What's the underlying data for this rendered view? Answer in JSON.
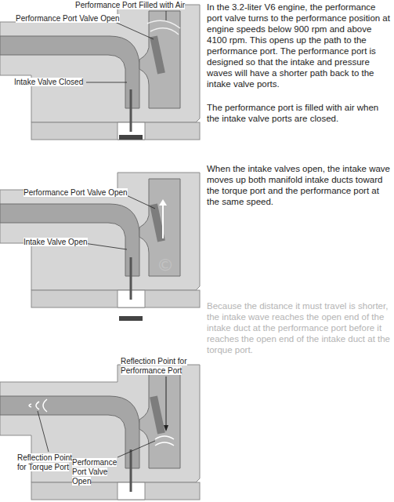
{
  "diagram": {
    "labels": [
      "Performance Port Filled with Air",
      "Performance Port Valve Open",
      "Intake Valve Closed",
      "In the 3.2-liter V6 engine, the performance port valve turns to the performance position at engine speeds below 900 rpm and above 4100 rpm. This opens up the path to the performance port. The performance port is designed so that the intake and pressure waves will have a shorter path back to the intake valve ports.",
      "The performance port is filled with air when the intake valve ports are closed.",
      "Performance Port Valve Open",
      "Intake Valve Open",
      "When the intake valves open, the intake wave moves up both manifold intake ducts toward the torque port and the performance port at the same speed.",
      "Because the distance it must travel is shorter, the intake wave reaches the open end of the intake duct at the performance port before it reaches the open end of the intake duct at the torque port.",
      "Reflection Point for Performance Port",
      "Reflection Point for Torque Port",
      "Performance Port Valve Open"
    ]
  }
}
